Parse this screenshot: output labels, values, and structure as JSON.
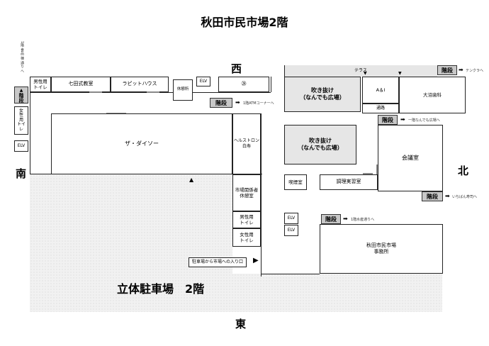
{
  "title": "秋田市民市場2階",
  "directions": {
    "west": "西",
    "east": "東",
    "south": "南",
    "north": "北"
  },
  "parking_label": "立体駐車場　2階",
  "rooms": {
    "mens_toilet_nw": "男性用\nトイレ",
    "shichida": "七田式教室",
    "rabbit": "ラピットハウス",
    "lounge": "休憩所",
    "elv_top": "ELV",
    "circle28": "㉘",
    "terrace": "テラス",
    "atrium_1": "吹き抜け\n（なんでも広場）",
    "atrium_2": "吹き抜け\n（なんでも広場）",
    "a_and_i": "A＆I",
    "corridor": "通路",
    "dental": "大沼歯科",
    "womens_toilet_w": "女\n性\n用\nトイ\nレ",
    "elv_west": "ELV",
    "daiso": "ザ・ダイソー",
    "helstron": "ヘルストロン\n白寿",
    "staff_lounge": "市場関係者\n休憩室",
    "mens_toilet_c": "男性用\nトイレ",
    "womens_toilet_c": "女性用\nトイレ",
    "smoking": "喫煙室",
    "cooking": "調理実習室",
    "meeting": "会議室",
    "elv_c1": "ELV",
    "elv_c2": "ELV",
    "office": "秋田市民市場\n事務所",
    "parking_entrance": "駐車場から市場への入り口"
  },
  "stairs": {
    "west": "階段",
    "atm": "階段",
    "terrace_ne": "階段",
    "north_1": "階段",
    "north_2": "階段",
    "south_c": "階段"
  },
  "notes": {
    "west_vertical": "1階 食品 棟 通り へ",
    "atm": "1階ATMコーナーへ",
    "tenkura": "テンクラへ",
    "nandemo": "一階なんでも広場へ",
    "ichimura": "いちばん寿司へ",
    "suisan": "1階水産通りへ"
  }
}
